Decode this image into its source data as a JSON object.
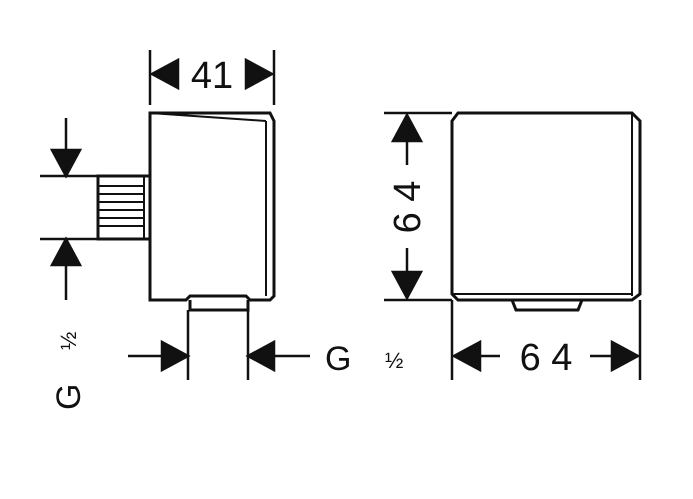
{
  "side_view": {
    "width_dim": "41",
    "thread_label_g": "G",
    "thread_label_frac": "½",
    "bottom_thread_g": "G",
    "bottom_thread_frac": "½"
  },
  "front_view": {
    "height_dim": "6 4",
    "width_dim": "6 4"
  },
  "colors": {
    "line": "#111111",
    "background": "#ffffff"
  }
}
